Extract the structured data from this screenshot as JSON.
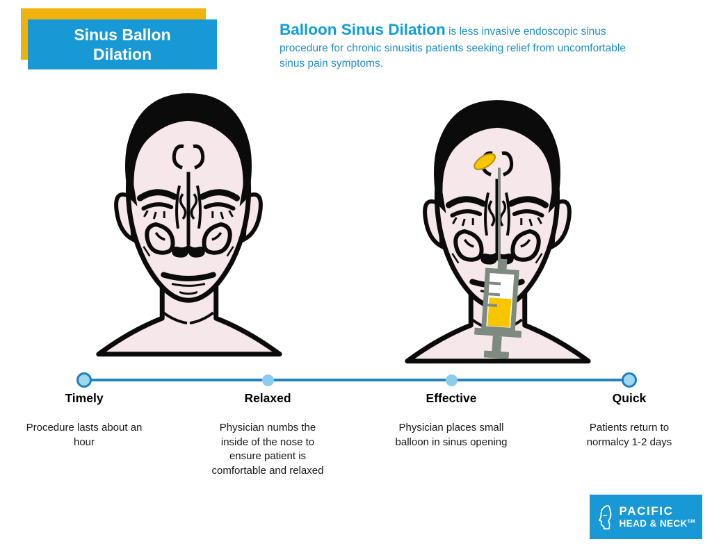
{
  "badge": {
    "line1": "Sinus Ballon",
    "line2": "Dilation"
  },
  "intro": {
    "heading": "Balloon Sinus Dilation",
    "description": " is less invasive endoscopic sinus procedure for chronic sinusitis patients seeking relief from uncomfortable sinus pain symptoms."
  },
  "illustrations": {
    "left_head": "patient face showing sinus anatomy",
    "right_head": "patient face with balloon catheter and syringe placed in sinus opening"
  },
  "timeline": {
    "steps": [
      {
        "label": "Timely",
        "description": "Procedure lasts about an hour"
      },
      {
        "label": "Relaxed",
        "description": "Physician numbs the inside of the nose to ensure patient is comfortable and relaxed"
      },
      {
        "label": "Effective",
        "description": "Physician places small balloon in sinus opening"
      },
      {
        "label": "Quick",
        "description": "Patients return to normalcy 1-2 days"
      }
    ]
  },
  "logo": {
    "line1": "PACIFIC",
    "line2": "HEAD & NECK",
    "trademark": "SM"
  },
  "colors": {
    "accent_blue": "#1898d5",
    "accent_yellow": "#f0b30d",
    "heading_blue": "#0f9cd8",
    "timeline_blue": "#2382c2",
    "dot_light_blue": "#8ccdec",
    "skin": "#f6e7ea",
    "device_gray": "#7d8a80",
    "balloon_yellow": "#f7c600"
  }
}
